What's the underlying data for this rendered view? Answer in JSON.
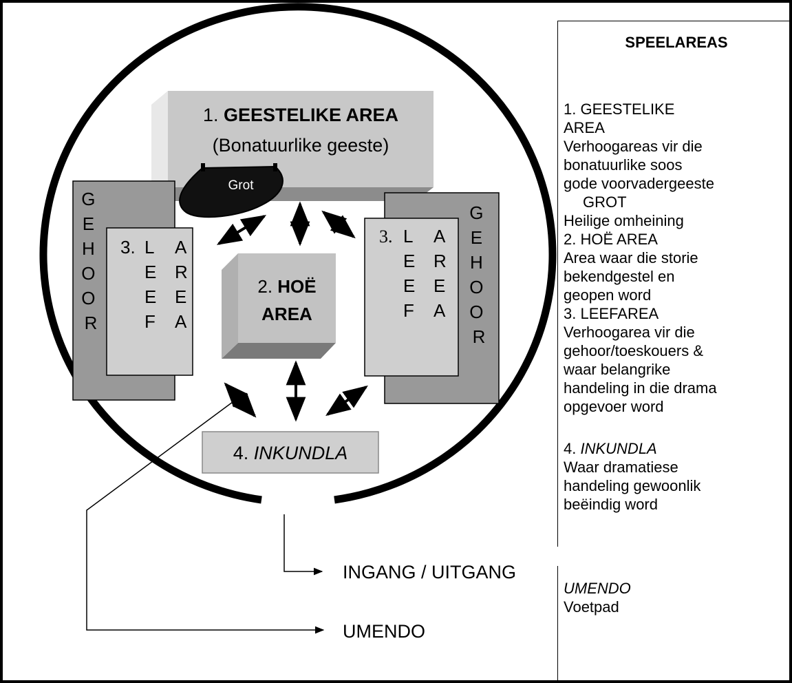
{
  "diagram": {
    "geestelike": {
      "num": "1.",
      "name": "GEESTELIKE AREA",
      "sub": "(Bonatuurlike geeste)"
    },
    "grot": "Grot",
    "hoe": {
      "num": "2.",
      "name1": "HOË",
      "name2": "AREA"
    },
    "leef_left": {
      "num": "3.",
      "col1": [
        "L",
        "E",
        "E",
        "F"
      ],
      "col2": [
        "A",
        "R",
        "E",
        "A"
      ]
    },
    "leef_right": {
      "num": "3.",
      "col1": [
        "L",
        "E",
        "E",
        "F"
      ],
      "col2": [
        "A",
        "R",
        "E",
        "A"
      ]
    },
    "gehoor_letters": [
      "G",
      "E",
      "H",
      "O",
      "O",
      "R"
    ],
    "inkundla": {
      "num": "4.",
      "name": "INKUNDLA"
    },
    "ingang": "INGANG / UITGANG",
    "umendo": "UMENDO"
  },
  "legend": {
    "title": "SPEELAREAS",
    "geestelike_heading_1": "1. GEESTELIKE",
    "geestelike_heading_2": "AREA",
    "geestelike_desc_1": "Verhoogareas vir die",
    "geestelike_desc_2": "bonatuurlike soos",
    "geestelike_desc_3": "gode voorvadergeeste",
    "grot_heading": "GROT",
    "grot_desc": "Heilige omheining",
    "hoe_heading": "2. HOË AREA",
    "hoe_desc_1": "Area waar die storie",
    "hoe_desc_2": "bekendgestel en",
    "hoe_desc_3": "geopen word",
    "leef_heading": "3. LEEFAREA",
    "leef_desc_1": "Verhoogarea vir die",
    "leef_desc_2": "gehoor/toeskouers &",
    "leef_desc_3": "waar belangrike",
    "leef_desc_4": "handeling in die drama",
    "leef_desc_5": "opgevoer word",
    "inkundla_num": "4.",
    "inkundla_heading": "INKUNDLA",
    "inkundla_desc_1": "Waar dramatiese",
    "inkundla_desc_2": "handeling gewoonlik",
    "inkundla_desc_3": "beëindig word",
    "umendo_heading": "UMENDO",
    "umendo_desc": "Voetpad"
  }
}
